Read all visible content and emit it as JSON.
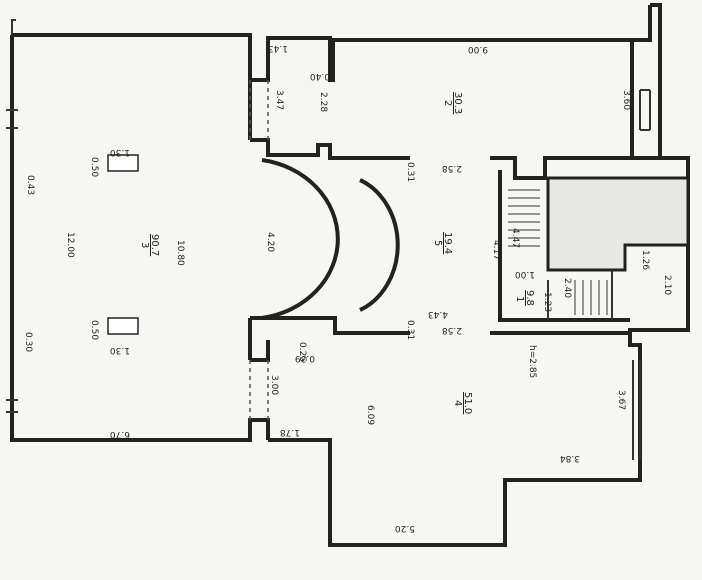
{
  "rooms": [
    {
      "number": "3",
      "area": "90.7"
    },
    {
      "number": "2",
      "area": "30.3"
    },
    {
      "number": "5",
      "area": "19.4"
    },
    {
      "number": "4",
      "area": "51.0"
    },
    {
      "number": "1",
      "area": "9.8"
    }
  ],
  "dimensions": {
    "d_143": "1.43",
    "d_900": "9.00",
    "d_040": "0.40",
    "d_347": "3.47",
    "d_228": "2.28",
    "d_360": "3.60",
    "d_130a": "1.30",
    "d_050a": "0.50",
    "d_043": "0.43",
    "d_1200": "12.00",
    "d_1080": "10.80",
    "d_420": "4.20",
    "d_031a": "0.31",
    "d_258a": "2.58",
    "d_417": "4.17",
    "d_447": "4.47",
    "d_100": "1.00",
    "d_126": "1.26",
    "d_210": "2.10",
    "d_240": "2.40",
    "d_123": "1.23",
    "d_443": "4.43",
    "d_031b": "0.31",
    "d_258b": "2.58",
    "d_050b": "0.50",
    "d_130b": "1.30",
    "d_030": "0.30",
    "d_025": "0.25",
    "d_039": "0.39",
    "d_h285": "h=2.85",
    "d_300": "3.00",
    "d_609": "6.09",
    "d_367": "3.67",
    "d_670": "6.70",
    "d_178": "1.78",
    "d_384": "3.84",
    "d_520": "5.20"
  }
}
